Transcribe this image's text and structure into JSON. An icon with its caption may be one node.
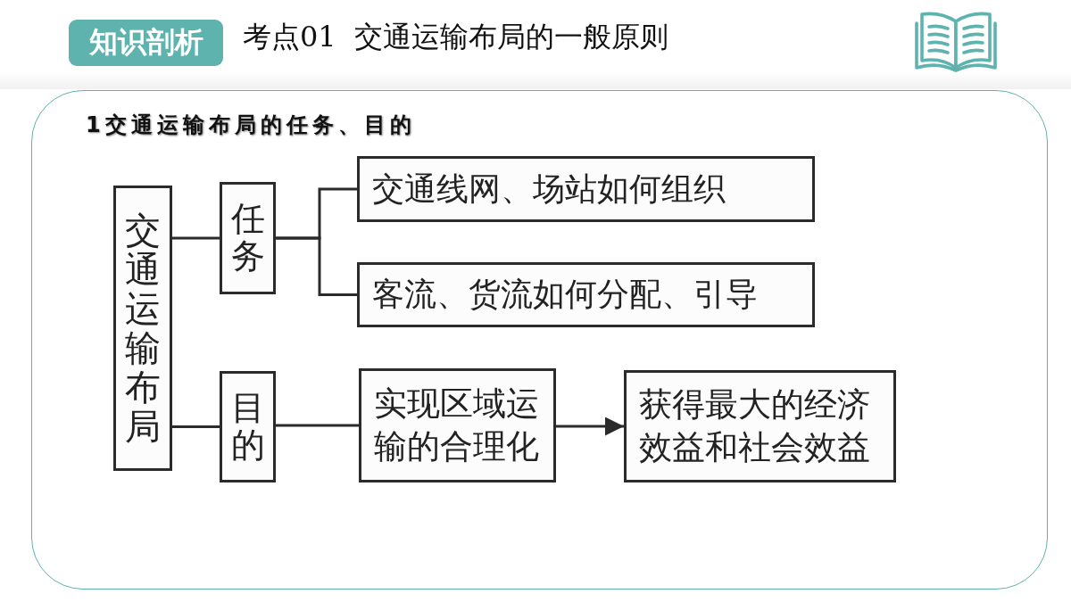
{
  "diagram": {
    "title": "考点01  交通运输布局的一般原则",
    "nodes": [
      {
        "text": [
          "交通运输布局"
        ]
      },
      {
        "text": [
          "任务"
        ]
      },
      {
        "text": [
          "目的"
        ]
      },
      {
        "text": [
          "交通线网、场站如何组织"
        ]
      },
      {
        "text": [
          "客流、货流如何分配、引导"
        ]
      },
      {
        "text": [
          "实现区域运输的合理化"
        ]
      },
      {
        "text": [
          "获得最大的经济效益和社会效益"
        ]
      }
    ],
    "edges": [
      {
        "from": 0,
        "to": 1,
        "arrow": "none"
      },
      {
        "from": 0,
        "to": 2,
        "arrow": "none"
      },
      {
        "from": 1,
        "to": 3,
        "arrow": "none"
      },
      {
        "from": 1,
        "to": 4,
        "arrow": "none"
      },
      {
        "from": 2,
        "to": 5,
        "arrow": "none"
      },
      {
        "from": 5,
        "to": 6,
        "arrow": "to"
      }
    ],
    "labels": [
      "知识剖析",
      "1交通运输布局的任务、目的"
    ]
  }
}
